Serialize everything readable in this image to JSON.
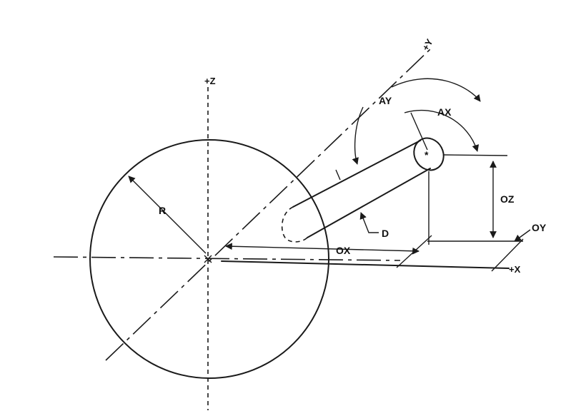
{
  "axes": {
    "z": "+Z",
    "y": "+Y",
    "x": "+X"
  },
  "labels": {
    "r": "R",
    "ay": "AY",
    "ax": "AX",
    "oz": "OZ",
    "oy": "OY",
    "ox": "OX",
    "d": "D"
  },
  "colors": {
    "ink": "#1a1a1a",
    "paper": "#ffffff"
  }
}
